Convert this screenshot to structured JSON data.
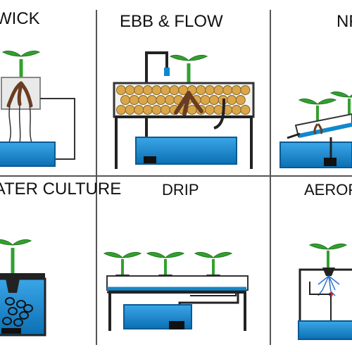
{
  "panels": [
    {
      "id": "wick",
      "label": "WICK"
    },
    {
      "id": "ebb-flow",
      "label": "EBB & FLOW"
    },
    {
      "id": "nft",
      "label": "NFT"
    },
    {
      "id": "water-culture",
      "label": "WATER CULTURE"
    },
    {
      "id": "drip",
      "label": "DRIP"
    },
    {
      "id": "aeroponics",
      "label": "AEROPONICS"
    }
  ],
  "colors": {
    "water": "#1188cc",
    "water_light": "#55b8ee",
    "plant": "#33a030",
    "plant_dark": "#22781f",
    "root": "#6a3d22",
    "pebble": "#d9a64a",
    "pebble_edge": "#8a6420",
    "line": "#222222",
    "divider": "#555555"
  },
  "icons": [
    "plant-seedling-icon",
    "water-reservoir-icon",
    "pump-icon",
    "air-stone-icon",
    "spray-nozzle-icon"
  ]
}
